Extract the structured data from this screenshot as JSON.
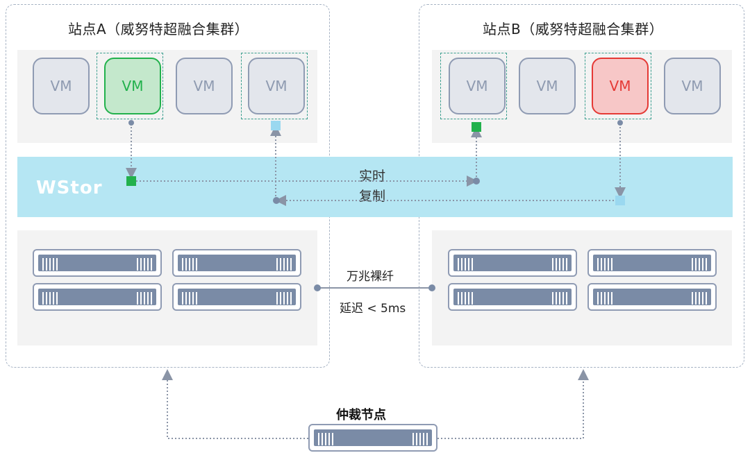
{
  "site_a": {
    "title": "站点A（威努特超融合集群）",
    "vms": [
      "VM",
      "VM",
      "VM",
      "VM"
    ]
  },
  "site_b": {
    "title": "站点B（威努特超融合集群）",
    "vms": [
      "VM",
      "VM",
      "VM",
      "VM"
    ]
  },
  "storage_layer": {
    "label": "WStor",
    "replication_line1": "实时",
    "replication_line2": "复制"
  },
  "interconnect": {
    "line1": "万兆裸纤",
    "line2": "延迟 < 5ms"
  },
  "arbiter": {
    "label": "仲裁节点"
  },
  "colors": {
    "active_vm": "#22b14c",
    "standby_vm": "#e53935",
    "storage_band": "#b5e6f3",
    "replica_marker": "#9ad8f0"
  }
}
